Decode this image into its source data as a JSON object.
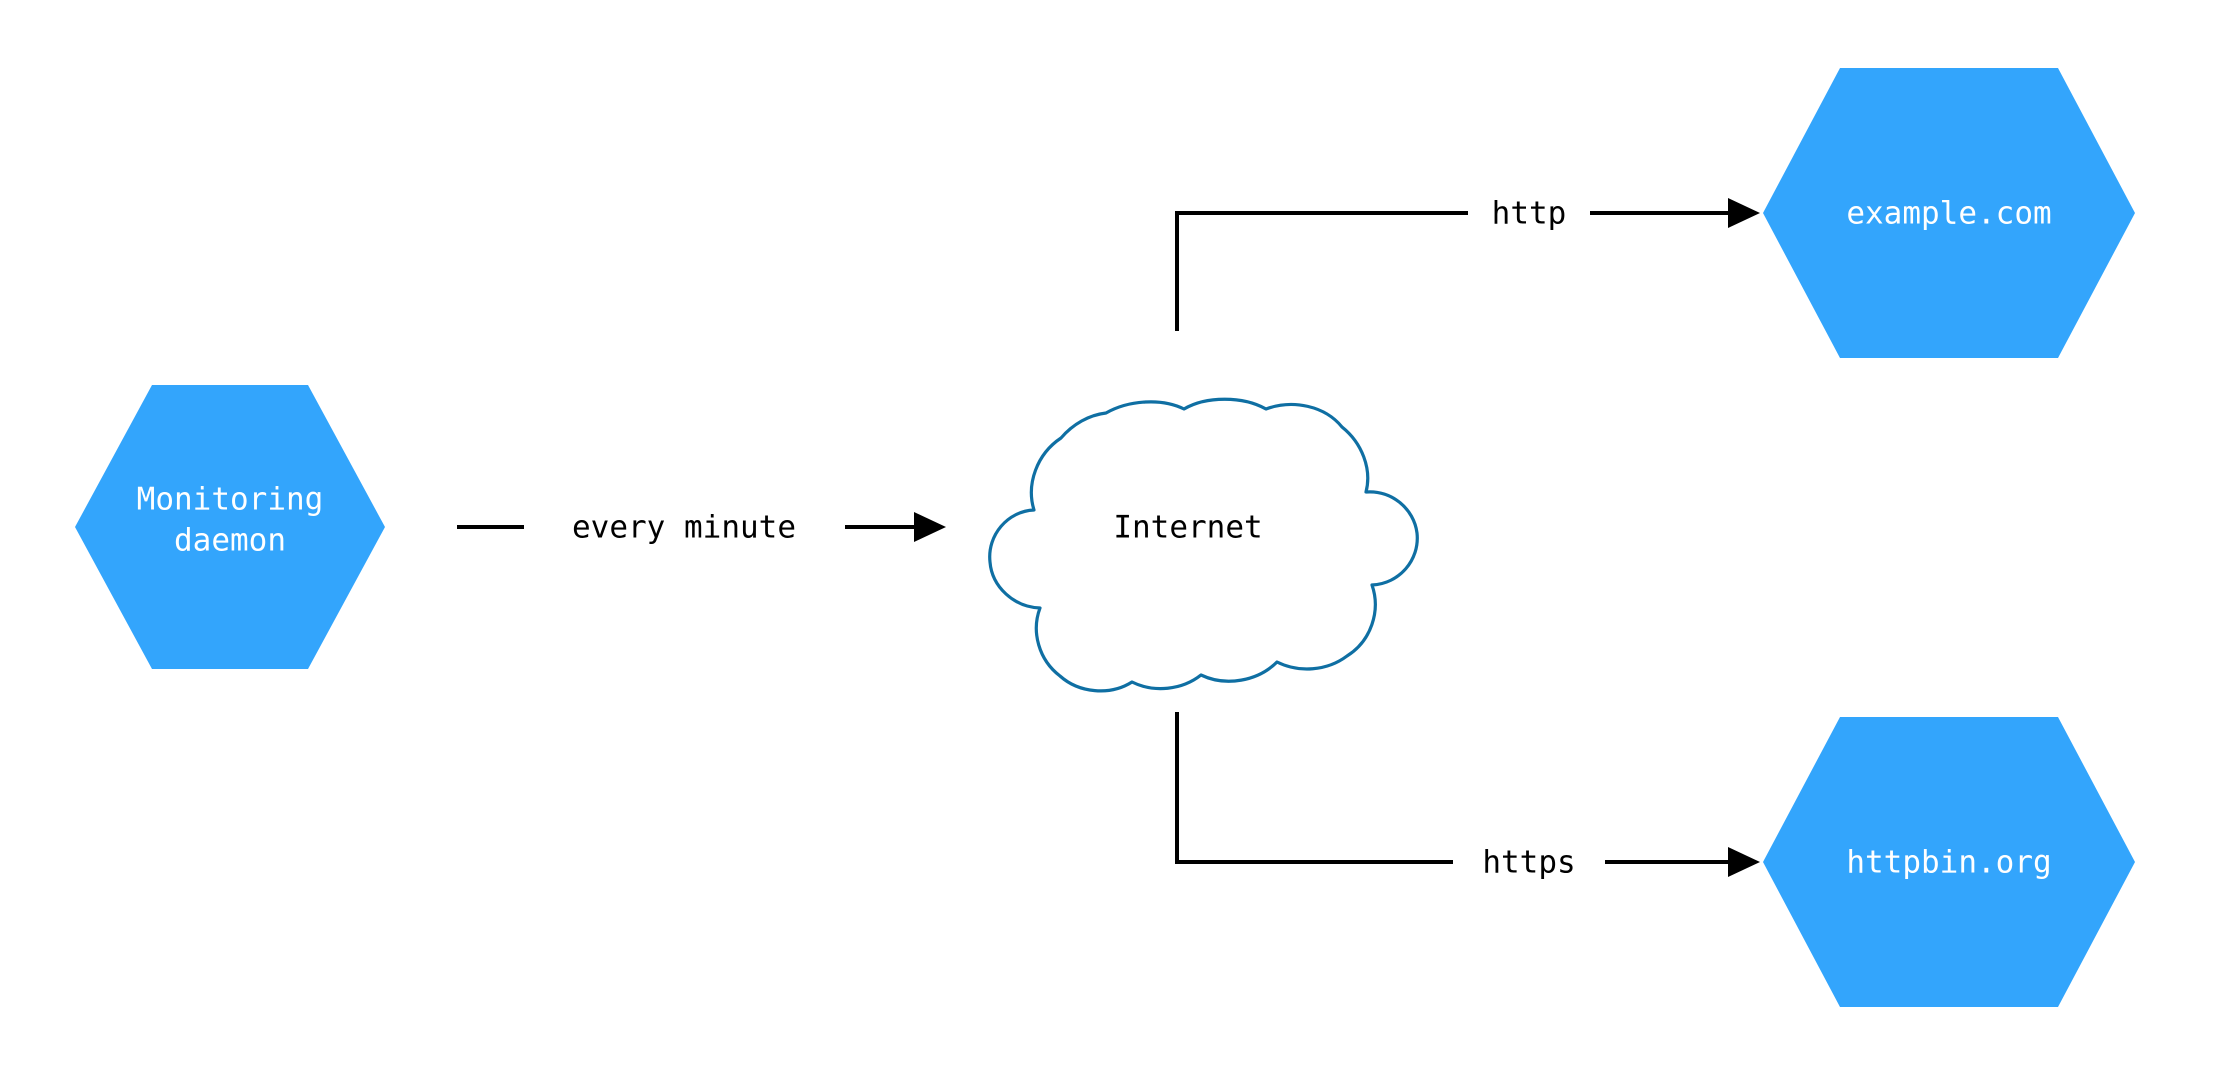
{
  "diagram": {
    "type": "network-flow-diagram",
    "background_color": "#ffffff",
    "node_fill_color": "#33a5fc",
    "node_text_color": "#ffffff",
    "cloud_stroke_color": "#0f6fa3",
    "cloud_fill_color": "#ffffff",
    "edge_color": "#000000",
    "nodes": [
      {
        "id": "monitoring-daemon",
        "shape": "hexagon",
        "label_line1": "Monitoring",
        "label_line2": "daemon"
      },
      {
        "id": "internet",
        "shape": "cloud",
        "label": "Internet"
      },
      {
        "id": "example-com",
        "shape": "hexagon",
        "label": "example.com"
      },
      {
        "id": "httpbin-org",
        "shape": "hexagon",
        "label": "httpbin.org"
      }
    ],
    "edges": [
      {
        "id": "daemon-to-internet",
        "from": "monitoring-daemon",
        "to": "internet",
        "label": "every minute"
      },
      {
        "id": "internet-to-example",
        "from": "internet",
        "to": "example-com",
        "label": "http"
      },
      {
        "id": "internet-to-httpbin",
        "from": "internet",
        "to": "httpbin-org",
        "label": "https"
      }
    ]
  }
}
